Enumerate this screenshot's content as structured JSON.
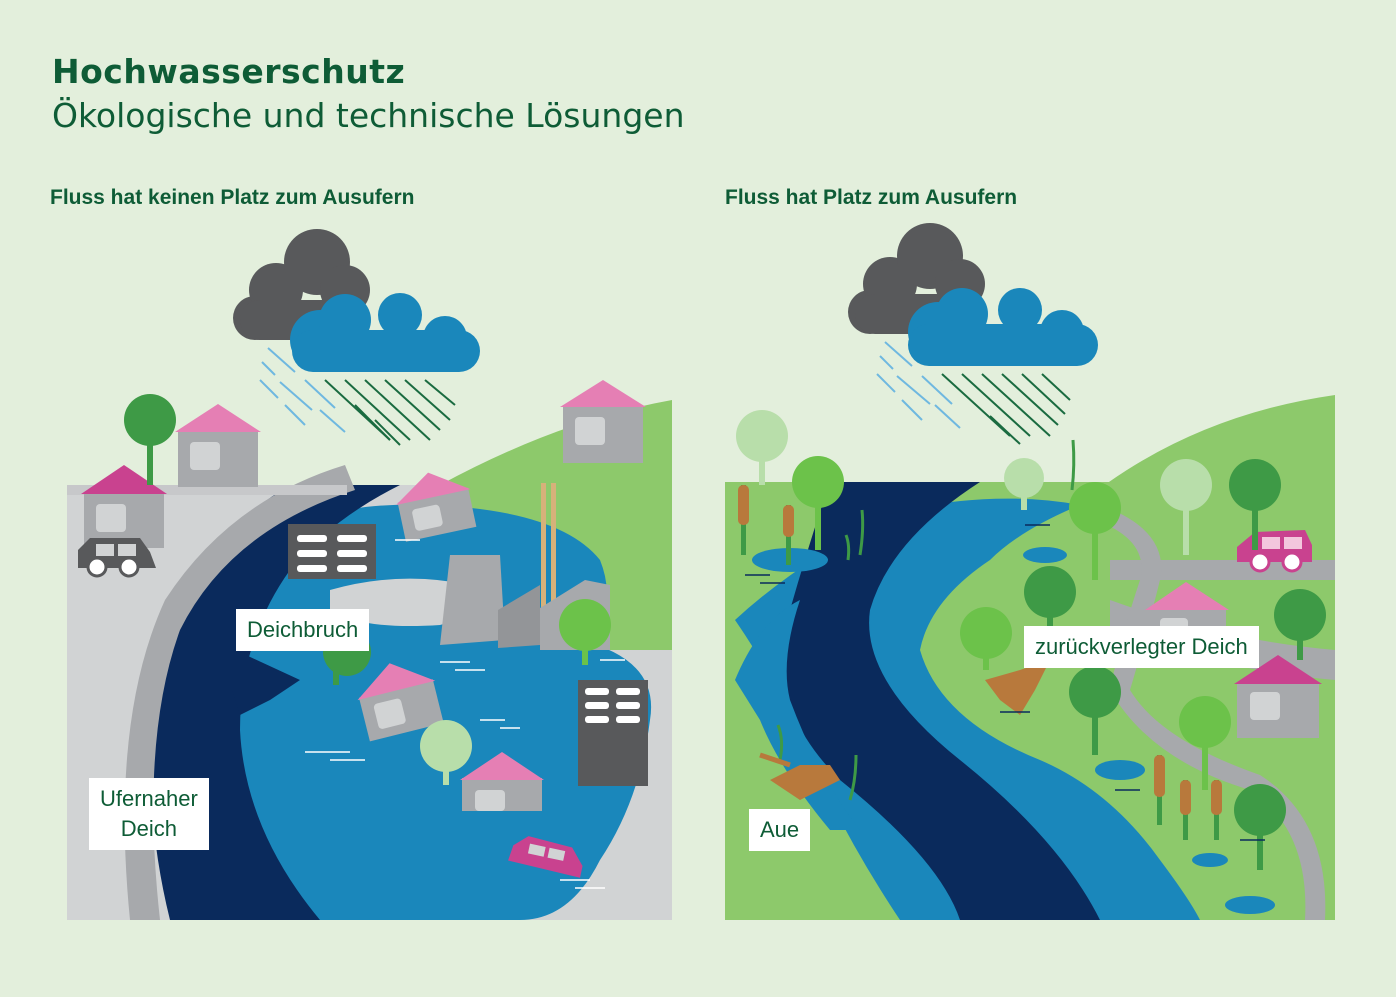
{
  "title": "Hochwasserschutz",
  "subtitle": "Ökologische und technische Lösungen",
  "panels": {
    "left": {
      "heading": "Fluss hat keinen Platz zum Ausufern",
      "labels": {
        "breach": "Deichbruch",
        "dike_line1": "Ufernaher",
        "dike_line2": "Deich"
      }
    },
    "right": {
      "heading": "Fluss hat Platz zum Ausufern",
      "labels": {
        "floodplain": "Aue",
        "relocated_dike": "zurückverlegter Deich"
      }
    }
  },
  "colors": {
    "background": "#e3efdc",
    "heading_green": "#0e5c36",
    "river_dark": "#0a2a5c",
    "river_blue": "#1a87bb",
    "cloud_gray": "#58595b",
    "cloud_blue": "#1a87bb",
    "dike_gray": "#a7a9ac",
    "roof_pink": "#e57fb4",
    "meadow_green": "#8dc96b"
  }
}
